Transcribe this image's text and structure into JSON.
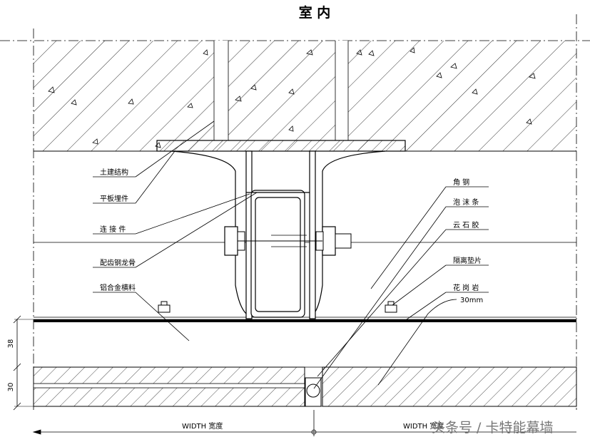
{
  "title": "室 内",
  "labels_left": [
    "土建结构",
    "平板埋件",
    "连 接 件",
    "配齿钢龙骨",
    "铝合金横料"
  ],
  "labels_right": [
    "角 钢",
    "泡 沫 条",
    "云 石 胶",
    "隔离垫片",
    "花 岗 岩",
    "30mm"
  ],
  "dimensions": {
    "upper": "38",
    "lower": "30",
    "width_left": "WIDTH 宽度",
    "width_right": "WIDTH 宽度"
  },
  "watermark": "头条号 / 卡特能幕墙"
}
